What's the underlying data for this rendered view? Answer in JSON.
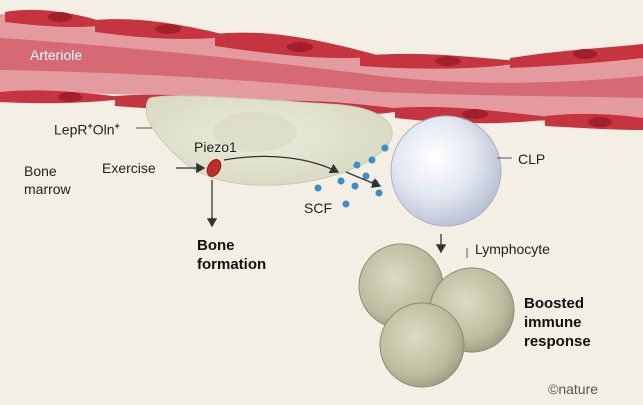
{
  "labels": {
    "arteriole": "Arteriole",
    "lepr_prefix": "LepR",
    "lepr_sup1": "+",
    "lepr_mid": "Oln",
    "lepr_sup2": "+",
    "piezo1": "Piezo1",
    "bone_marrow_line1": "Bone",
    "bone_marrow_line2": "marrow",
    "exercise": "Exercise",
    "scf": "SCF",
    "clp": "CLP",
    "bone_formation_line1": "Bone",
    "bone_formation_line2": "formation",
    "lymphocyte": "Lymphocyte",
    "immune_line1": "Boosted",
    "immune_line2": "immune",
    "immune_line3": "response",
    "credit": "©nature"
  },
  "colors": {
    "background": "#f3efe4",
    "vessel_wall": "#e8a0a3",
    "vessel_lumen": "#d9707a",
    "endothelial_cell": "#c8323f",
    "endothelial_nucleus": "#a3202c",
    "stromal_cell": "#e3e4cf",
    "piezo1": "#c42a2a",
    "clp_cell": "#dfe4ee",
    "lymphocyte": "#bcbca0",
    "scf_dot": "#3a8fc7"
  }
}
